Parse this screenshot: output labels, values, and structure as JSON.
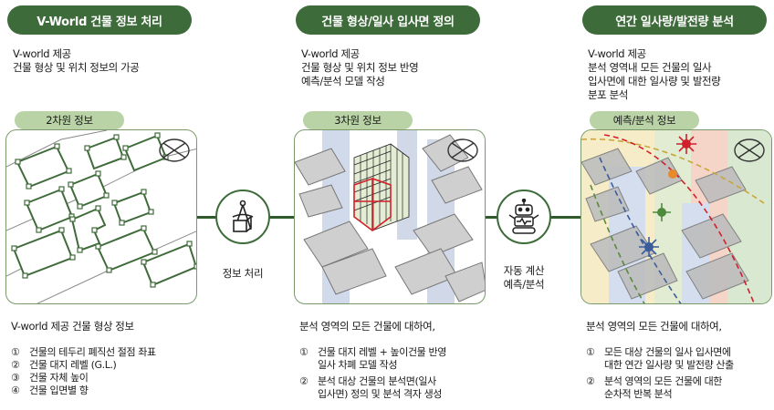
{
  "columns": [
    {
      "header": "V-World 건물 정보 처리",
      "intro": [
        "V-world 제공",
        "건물 형상 및 위치 정보의 가공"
      ],
      "tile_label": "2차원 정보",
      "bottom_title": "V-world 제공 건물 형상 정보",
      "items": [
        {
          "num": "①",
          "text": "건물의 테두리 폐직선 절점 좌표"
        },
        {
          "num": "②",
          "text": "건물 대지 레벨 (G.L.)"
        },
        {
          "num": "③",
          "text": "건물 자체 높이"
        },
        {
          "num": "④",
          "text": "건물 입면별 향"
        }
      ]
    },
    {
      "header": "건물 형상/일사 입사면 정의",
      "intro": [
        "V-world 제공",
        "건물 형상 및 위치 정보 반영",
        "예측/분석 모델 작성"
      ],
      "tile_label": "3차원 정보",
      "bottom_title": "분석 영역의 모든 건물에 대하여,",
      "items": [
        {
          "num": "①",
          "text": "건물 대지 레벨 + 높이건물 반영\n일사 차폐 모델 작성"
        },
        {
          "num": "②",
          "text": "분석 대상 건물의 분석면(일사\n입사면) 정의 및 분석 격자 생성"
        }
      ]
    },
    {
      "header": "연간 일사량/발전량 분석",
      "intro": [
        "V-world 제공",
        "분석 영역내 모든 건물의 일사",
        "입사면에 대한 일사량 및 발전량",
        "분포 분석"
      ],
      "tile_label": "예측/분석 정보",
      "bottom_title": "분석 영역의 모든 건물에 대하여,",
      "items": [
        {
          "num": "①",
          "text": "모든 대상 건물의 일사 입사면에\n대한 연간 일사량 및 발전량 산출"
        },
        {
          "num": "②",
          "text": "분석 영역의 모든 건물에 대한\n순차적 반복 분석"
        }
      ]
    }
  ],
  "connectors": [
    {
      "caption": "정보 처리",
      "icon": "compass-icon"
    },
    {
      "caption_lines": [
        "자동 계산",
        "예측/분석"
      ],
      "icon": "robot-icon"
    }
  ],
  "colors": {
    "header_bg": "#3d6b3a",
    "label_bg": "#b9d3a6",
    "outline": "#2f5a2c"
  }
}
